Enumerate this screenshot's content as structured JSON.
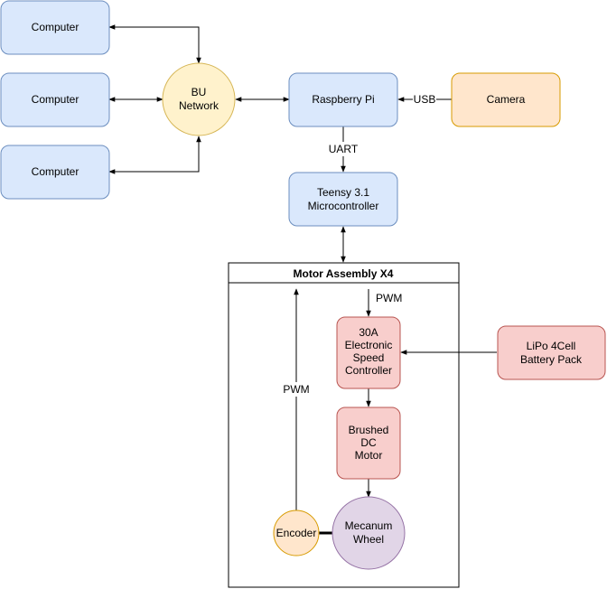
{
  "diagram": {
    "nodes": {
      "computer1": {
        "lines": [
          "Computer"
        ]
      },
      "computer2": {
        "lines": [
          "Computer"
        ]
      },
      "computer3": {
        "lines": [
          "Computer"
        ]
      },
      "bu_network": {
        "lines": [
          "BU",
          "Network"
        ]
      },
      "raspberry_pi": {
        "lines": [
          "Raspberry Pi"
        ]
      },
      "camera": {
        "lines": [
          "Camera"
        ]
      },
      "teensy": {
        "lines": [
          "Teensy 3.1",
          "Microcontroller"
        ]
      },
      "motor_assembly": {
        "title": "Motor Assembly X4"
      },
      "esc": {
        "lines": [
          "30A",
          "Electronic",
          "Speed",
          "Controller"
        ]
      },
      "lipo": {
        "lines": [
          "LiPo 4Cell",
          "Battery Pack"
        ]
      },
      "motor": {
        "lines": [
          "Brushed",
          "DC",
          "Motor"
        ]
      },
      "wheel": {
        "lines": [
          "Mecanum",
          "Wheel"
        ]
      },
      "encoder": {
        "lines": [
          "Encoder"
        ]
      }
    },
    "edge_labels": {
      "usb": "USB",
      "uart": "UART",
      "pwm_in": "PWM",
      "pwm_feedback": "PWM"
    },
    "colors": {
      "blue_fill": "#dae8fc",
      "blue_stroke": "#6c8ebf",
      "yellow_fill": "#fff2cc",
      "yellow_stroke": "#d6b656",
      "orange_fill": "#ffe6cc",
      "orange_stroke": "#d79b00",
      "red_fill": "#f8cecc",
      "red_stroke": "#b85450",
      "purple_fill": "#e1d5e7",
      "purple_stroke": "#9673a6"
    }
  }
}
